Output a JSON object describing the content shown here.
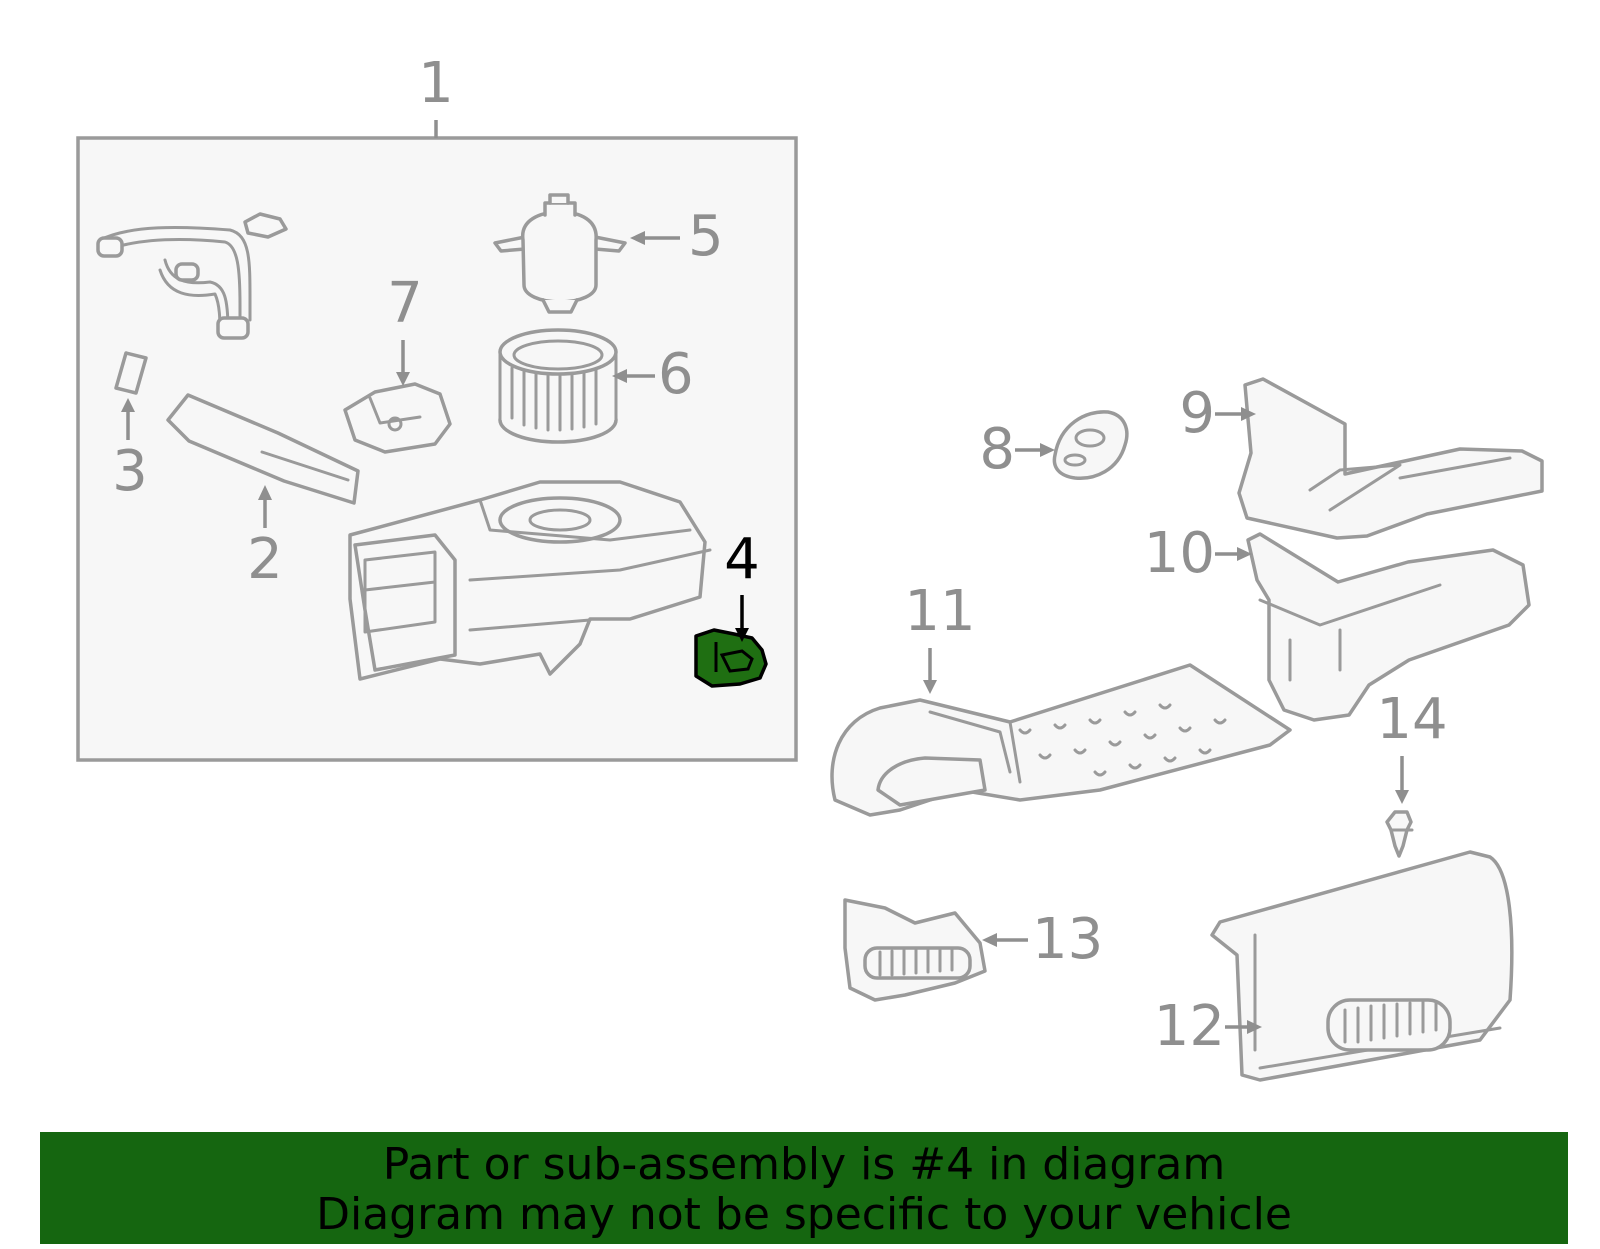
{
  "diagram": {
    "highlighted_part": "4",
    "colors": {
      "highlight_fill": "#1f6f12",
      "banner_background": "#156610",
      "line_gray": "#9a9a9a",
      "label_gray": "#8f8f8f"
    },
    "callouts": [
      {
        "id": "1",
        "label": "1"
      },
      {
        "id": "2",
        "label": "2"
      },
      {
        "id": "3",
        "label": "3"
      },
      {
        "id": "4",
        "label": "4"
      },
      {
        "id": "5",
        "label": "5"
      },
      {
        "id": "6",
        "label": "6"
      },
      {
        "id": "7",
        "label": "7"
      },
      {
        "id": "8",
        "label": "8"
      },
      {
        "id": "9",
        "label": "9"
      },
      {
        "id": "10",
        "label": "10"
      },
      {
        "id": "11",
        "label": "11"
      },
      {
        "id": "12",
        "label": "12"
      },
      {
        "id": "13",
        "label": "13"
      },
      {
        "id": "14",
        "label": "14"
      }
    ]
  },
  "banner": {
    "line1": "Part or sub-assembly is #4 in diagram",
    "line2": "Diagram may not be specific to your vehicle"
  }
}
